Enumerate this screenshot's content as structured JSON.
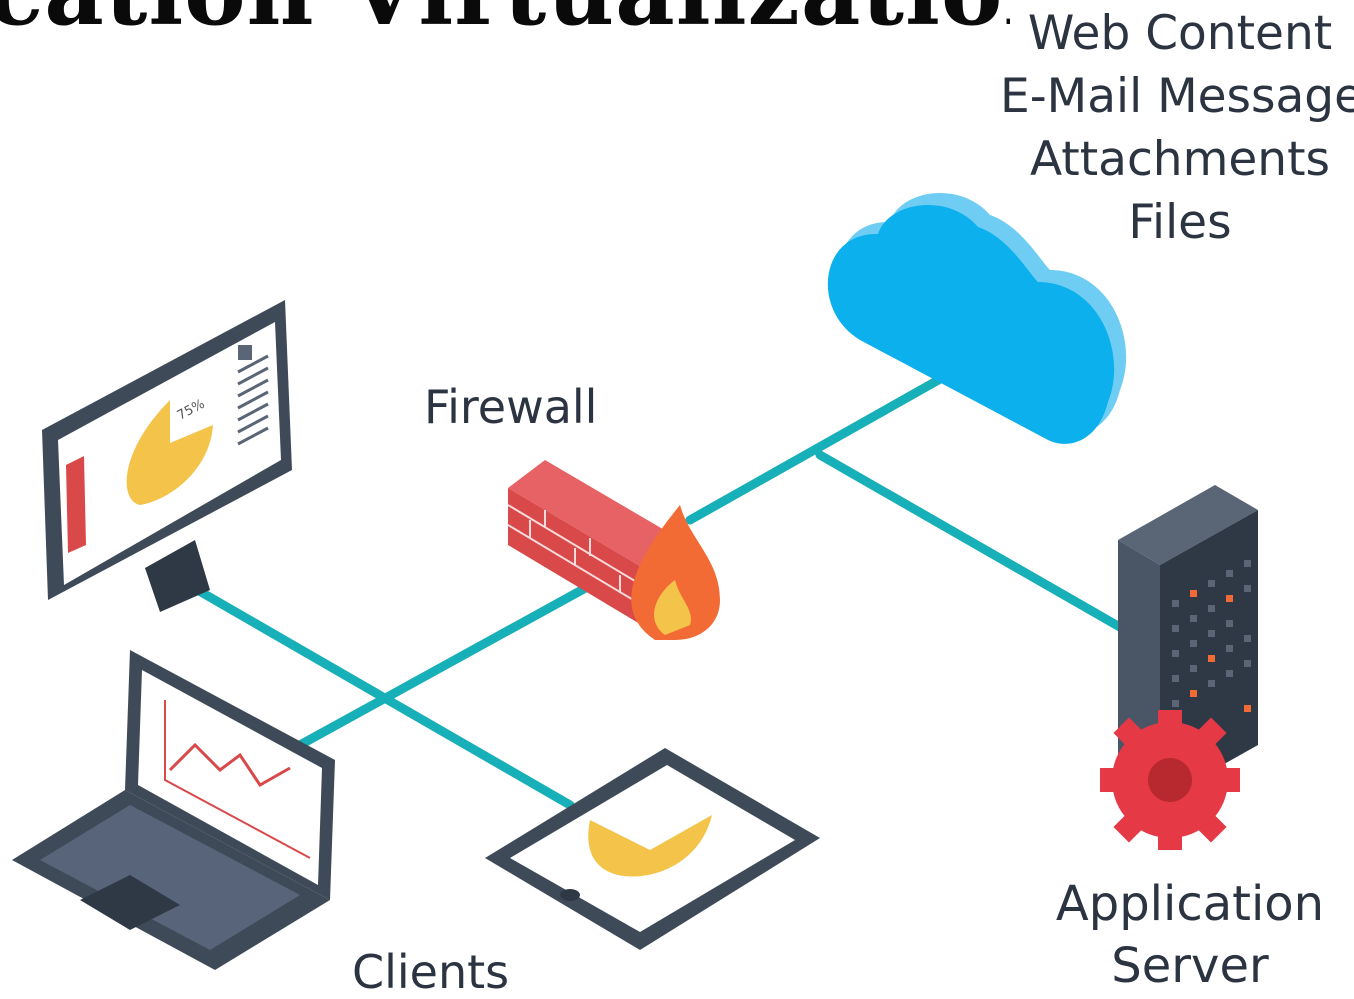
{
  "title": "plication Virtualization",
  "content_types": [
    "Web Content",
    "E-Mail Message",
    "Attachments",
    "Files"
  ],
  "labels": {
    "firewall": "Firewall",
    "clients": "Clients",
    "application_server": [
      "Application",
      "Server"
    ]
  },
  "monitor_chart_label": "75%",
  "colors": {
    "connection": "#17b0b8",
    "cloud": "#0bb0ec",
    "cloud_shade": "#6fcdf3",
    "firewall_brick": "#d9494a",
    "flame": "#f26b34",
    "device_dark": "#3f4a59",
    "chart_yellow": "#f4c34a",
    "gear": "#e63946",
    "text": "#2b3440"
  }
}
